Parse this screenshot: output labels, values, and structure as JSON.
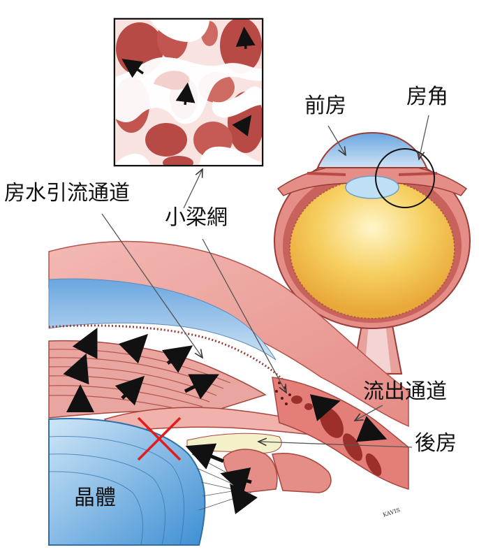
{
  "labels": {
    "outflow_pathway": "房水引流通道",
    "trabecular_meshwork": "小梁網",
    "anterior_chamber": "前房",
    "chamber_angle": "房角",
    "outflow_channel": "流出通道",
    "posterior_chamber": "後房",
    "lens": "晶體"
  },
  "signature": "KAVIS",
  "colors": {
    "tissue_pink": "#e89a95",
    "tissue_dark": "#b8463f",
    "cornea_blue": "#9cc7ea",
    "lens_yellow": "#f2c04f",
    "posterior_chamber_fill": "#f3f1c9",
    "blocked_mark": "#e21b1b"
  },
  "icons": [
    "flow-arrow-icon",
    "blocked-x-icon",
    "zoom-circle-icon"
  ]
}
